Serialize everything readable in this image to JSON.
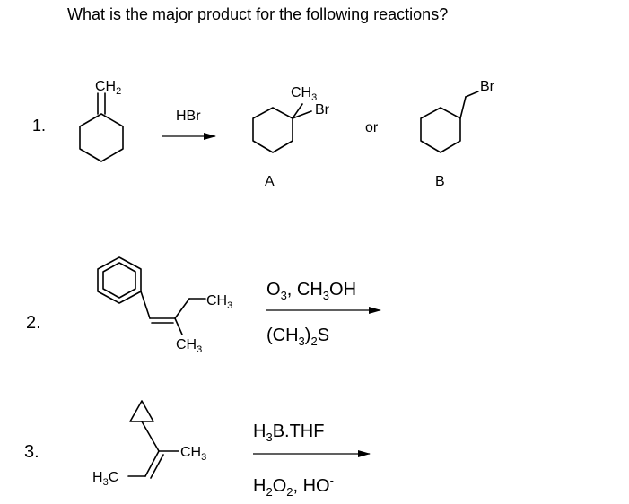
{
  "question": "What is the major product for the following reactions?",
  "reactions": [
    {
      "number": "1.",
      "reactant_label": "CH2",
      "reagent": "HBr",
      "product_a": {
        "ch3": "CH3",
        "br": "Br",
        "letter": "A"
      },
      "separator": "or",
      "product_b": {
        "br": "Br",
        "letter": "B"
      }
    },
    {
      "number": "2.",
      "substituent_top": "CH3",
      "substituent_bottom": "CH3",
      "reagent_top": "O3, CH3OH",
      "reagent_bottom": "(CH3)2S"
    },
    {
      "number": "3.",
      "left_group": "H3C",
      "right_group": "CH3",
      "reagent_top": "H3B.THF",
      "reagent_bottom": "H2O2, HO-"
    }
  ],
  "colors": {
    "ink": "#000000",
    "background": "#ffffff"
  }
}
